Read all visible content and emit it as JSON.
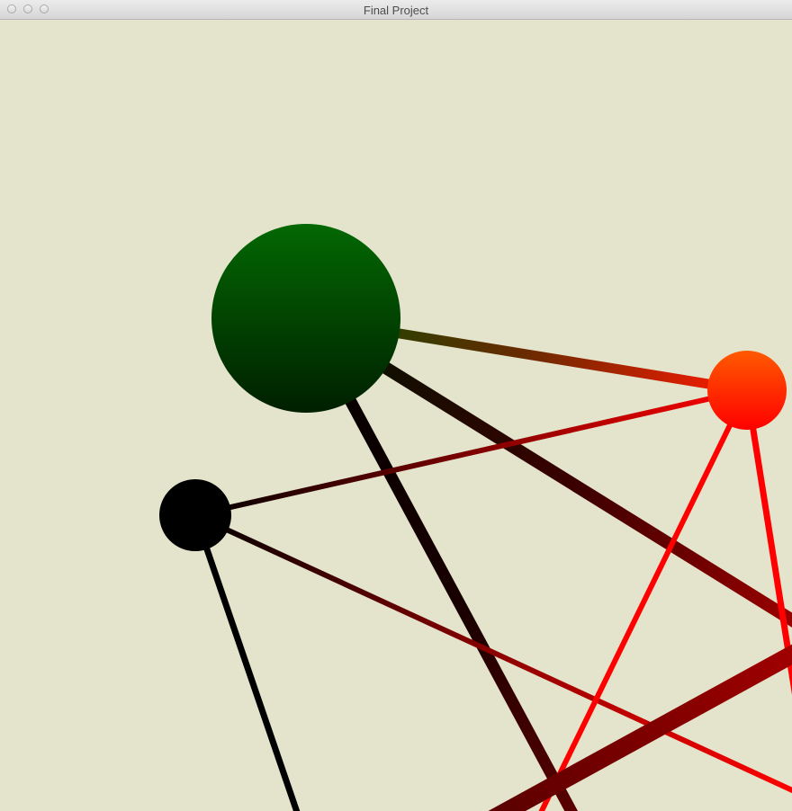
{
  "window": {
    "title": "Final Project",
    "buttons": [
      "close-button",
      "minimize-button",
      "zoom-button"
    ]
  },
  "scene": {
    "background": "#e4e3cb",
    "nodes": [
      {
        "id": "green-node",
        "color_top": "#036803",
        "color_bottom": "#001f00"
      },
      {
        "id": "orange-node",
        "color_top": "#ff5a00",
        "color_bottom": "#ff0000"
      },
      {
        "id": "black-node",
        "color": "#000000"
      }
    ],
    "edge_colors": {
      "green": "#0a5000",
      "red": "#ff0000",
      "dark_red": "#9a0000",
      "black": "#000000"
    }
  }
}
